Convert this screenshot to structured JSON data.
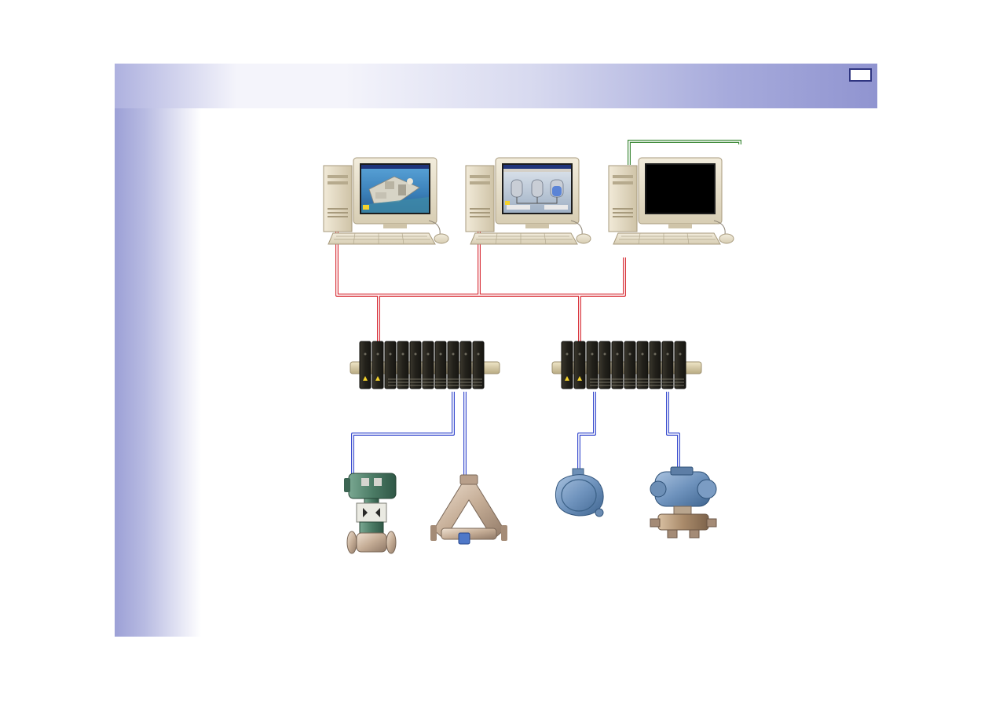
{
  "slide": {
    "page_number": ""
  },
  "colors": {
    "ethernet": "#d9363e",
    "fieldbus": "#3c4fcf",
    "remote_link": "#3f8a3a",
    "band_dark": "#9094d0",
    "controller_body": "#2c2a22",
    "equipment_beige": "#e3d9c2"
  },
  "workstations": [
    {
      "id": "operator-station-1",
      "screen": "plant-overview-graphic"
    },
    {
      "id": "operator-station-2",
      "screen": "process-tank-graphic"
    },
    {
      "id": "remote-station",
      "screen": "blank-black-screen"
    }
  ],
  "controllers": [
    {
      "id": "controller-rack-1"
    },
    {
      "id": "controller-rack-2"
    }
  ],
  "field_devices": [
    {
      "id": "control-valve",
      "icon": "control-valve-icon"
    },
    {
      "id": "coriolis-flow-meter",
      "icon": "flow-meter-icon"
    },
    {
      "id": "temperature-transmitter",
      "icon": "temperature-transmitter-icon"
    },
    {
      "id": "pressure-transmitter",
      "icon": "pressure-transmitter-icon"
    }
  ]
}
